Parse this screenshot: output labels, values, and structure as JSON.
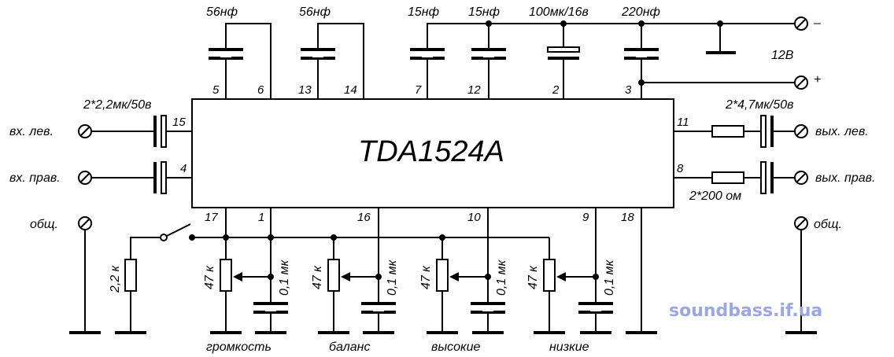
{
  "chip": {
    "name": "TDA1524A"
  },
  "capacitors_top": [
    "56нф",
    "56нф",
    "15нф",
    "15нф",
    "100мк/16в",
    "220нф"
  ],
  "pins_top": [
    "5",
    "6",
    "13",
    "14",
    "7",
    "12",
    "2",
    "3"
  ],
  "pins_left": [
    "15",
    "4"
  ],
  "pins_right": [
    "11",
    "8"
  ],
  "pins_bottom": [
    "17",
    "1",
    "16",
    "10",
    "9",
    "18"
  ],
  "power": {
    "minus": "–",
    "plus": "+",
    "voltage": "12В"
  },
  "inputs": {
    "cap_label": "2*2,2мк/50в",
    "left": "вх. лев.",
    "right": "вх. прав.",
    "common": "общ."
  },
  "outputs": {
    "cap_label": "2*4,7мк/50в",
    "left": "вых. лев.",
    "right": "вых. прав.",
    "resistor_label": "2*200 ом",
    "common": "общ."
  },
  "bottom": {
    "resistor_fixed": "2,2 к",
    "pot": "47 к",
    "cap": "0,1 мк",
    "controls": [
      "громкость",
      "баланс",
      "высокие",
      "низкие"
    ]
  },
  "watermark": "soundbass.if.ua"
}
